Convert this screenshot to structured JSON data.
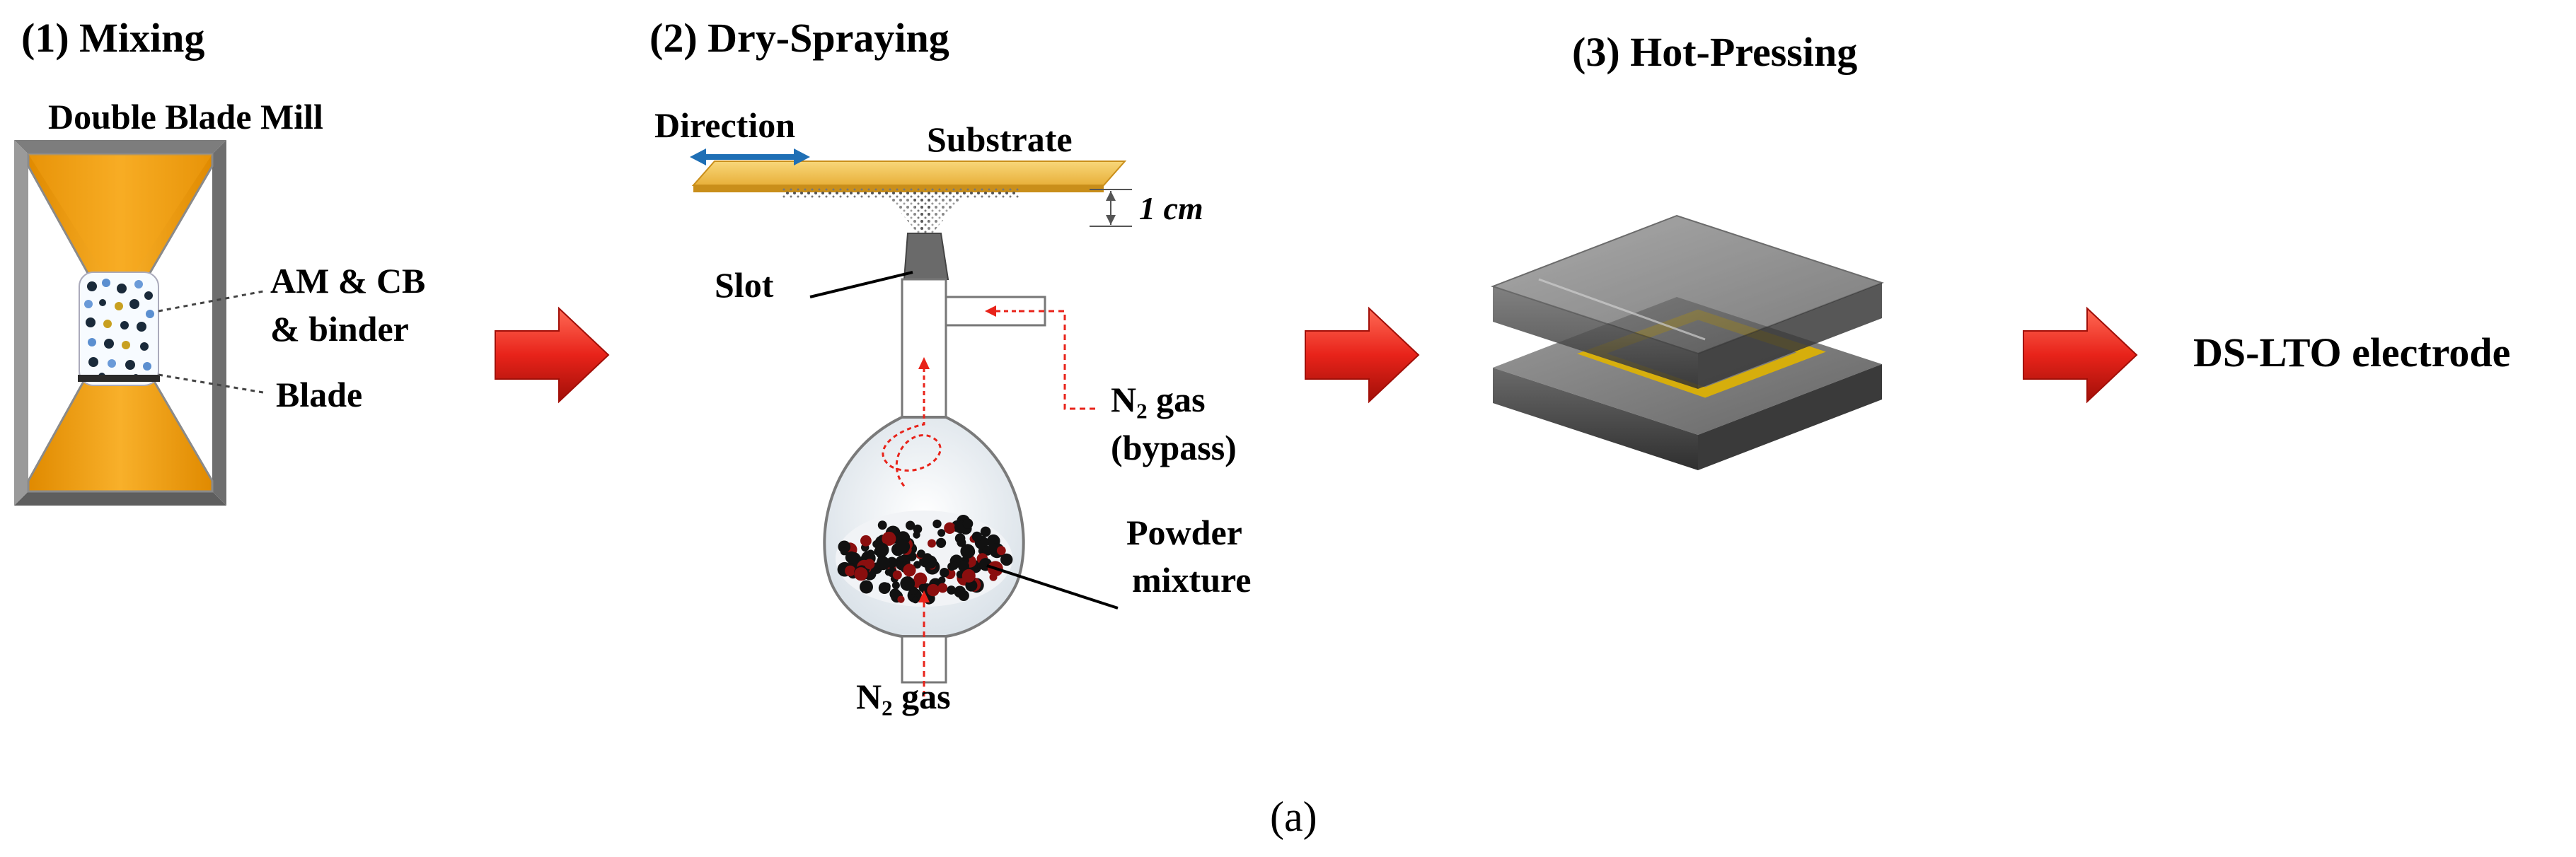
{
  "steps": {
    "mixing": {
      "title": "(1) Mixing",
      "mill_label": "Double Blade Mill",
      "content_label_line1": "AM & CB",
      "content_label_line2": "& binder",
      "blade_label": "Blade"
    },
    "dry_spraying": {
      "title": "(2) Dry-Spraying",
      "direction_label": "Direction",
      "substrate_label": "Substrate",
      "gap_label": "1 cm",
      "slot_label": "Slot",
      "bypass_gas_label": "N",
      "bypass_gas_sub": "2",
      "bypass_gas_suffix": " gas",
      "bypass_note": "(bypass)",
      "powder_label_line1": "Powder",
      "powder_label_line2": "mixture",
      "inlet_gas_label": "N",
      "inlet_gas_sub": "2",
      "inlet_gas_suffix": " gas"
    },
    "hot_pressing": {
      "title": "(3) Hot-Pressing"
    },
    "result": {
      "label": "DS-LTO electrode"
    }
  },
  "caption": "(a)",
  "colors": {
    "mill_orange": "#F5A315",
    "mill_frame": "#8A8A8A",
    "substrate_yellow": "#F2C04A",
    "direction_arrow_blue": "#1F6FB5",
    "flow_arrow_red": "#E8231A",
    "press_plate_grey": "#5A5A5A",
    "electrode_yellow": "#E0B400"
  }
}
